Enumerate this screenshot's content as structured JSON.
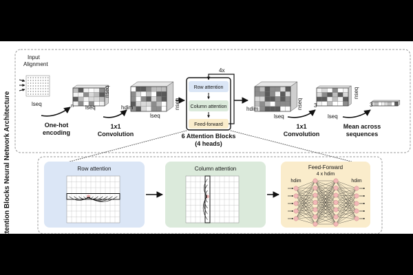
{
  "side_labels": {
    "top": "Neural Network Architecture",
    "bottom": "Attention Blocks"
  },
  "architecture": {
    "input_label_line1": "Input",
    "input_label_line2": "Alignment",
    "one_hot_line1": "One-hot",
    "one_hot_line2": "encoding",
    "conv1_line1": "1x1",
    "conv1_line2": "Convolution",
    "conv2_line1": "1x1",
    "conv2_line2": "Convolution",
    "mean_line1": "Mean across",
    "mean_line2": "sequences",
    "repeat_label": "4x",
    "block_row": "Row attention",
    "block_col": "Column attention",
    "block_ff": "Feed-forward",
    "blocks_caption_line1": "6 Attention Blocks",
    "blocks_caption_line2": "(4 heads)",
    "dims": {
      "lseq": "lseq",
      "nseq": "nseq",
      "n": "n",
      "hdim": "hdim",
      "three": "3"
    }
  },
  "attention": {
    "row_title": "Row attention",
    "col_title": "Column attention",
    "ff_title": "Feed-Forward",
    "ff_hidden": "4 x hdim",
    "ff_in": "hdim",
    "ff_out": "hdim"
  },
  "colors": {
    "row_panel": "#dbe6f6",
    "col_panel": "#dbeadb",
    "ff_panel": "#faeccb",
    "node": "#f2b8b8",
    "node_edge": "#c98585"
  }
}
